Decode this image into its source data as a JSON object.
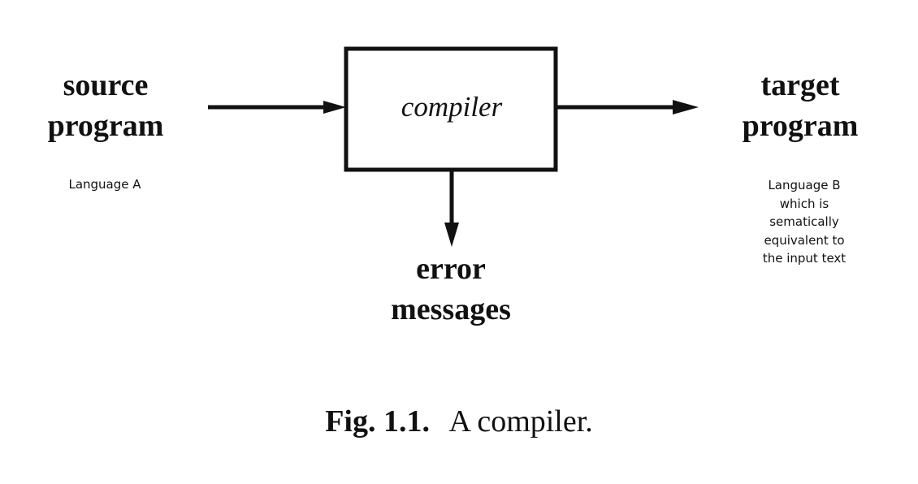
{
  "diagram": {
    "source": {
      "label_line1": "source",
      "label_line2": "program",
      "note": "Language A"
    },
    "compiler": {
      "label": "compiler"
    },
    "target": {
      "label_line1": "target",
      "label_line2": "program",
      "note_lines": [
        "Language B",
        "which is",
        "sematically",
        "equivalent to",
        "the input text"
      ]
    },
    "errors": {
      "label_line1": "error",
      "label_line2": "messages"
    }
  },
  "caption": {
    "figure_number": "Fig. 1.1.",
    "text": "A compiler."
  },
  "colors": {
    "ink": "#111111",
    "background": "#ffffff"
  }
}
